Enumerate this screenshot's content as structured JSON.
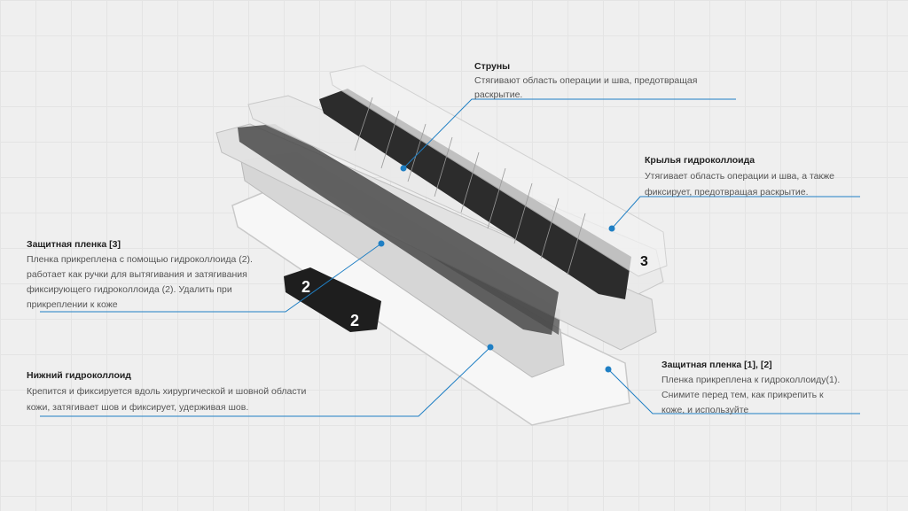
{
  "colors": {
    "accent": "#1f7fc4",
    "text": "#555555",
    "title": "#222222"
  },
  "callouts": {
    "strings": {
      "title": "Струны",
      "lines": [
        "Стягивают область операции и шва, предотвращая",
        "раскрытие."
      ]
    },
    "wings": {
      "title": "Крылья гидроколлоида",
      "lines": [
        "Утягивает область операции и шва, а также",
        "фиксирует, предотвращая раскрытие."
      ]
    },
    "film3": {
      "title": "Защитная пленка [3]",
      "lines": [
        "Пленка прикреплена с помощью гидроколлоида (2).",
        "работает как ручки для вытягивания и затягивания",
        "фиксирующего гидроколлоида (2). Удалить при",
        "прикреплении к коже"
      ]
    },
    "bottom": {
      "title": "Нижний гидроколлоид",
      "lines": [
        "Крепится и фиксируется вдоль хирургической и шовной области",
        "кожи, затягивает шов и фиксирует, удерживая шов."
      ]
    },
    "film12": {
      "title": "Защитная пленка [1], [2]",
      "lines": [
        "Пленка прикреплена к гидроколлоиду(1).",
        "Снимите перед тем, как прикрепить к",
        "коже, и используйте"
      ]
    }
  },
  "labels": {
    "tab_number": "2",
    "top_number": "3"
  }
}
